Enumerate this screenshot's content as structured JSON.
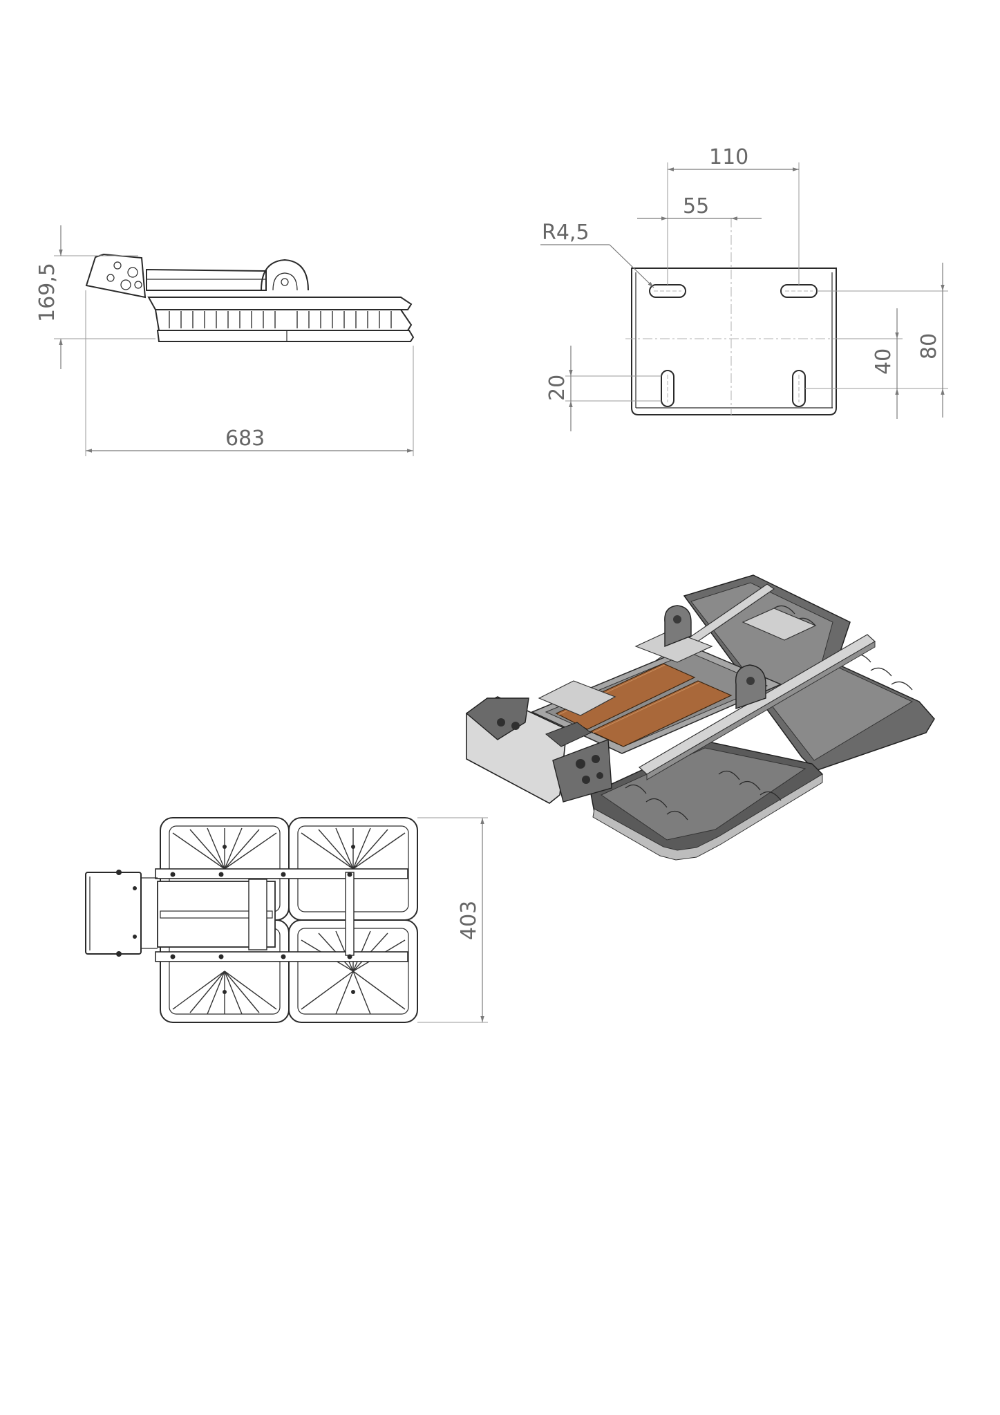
{
  "drawing": {
    "views": [
      "side-view",
      "bracket-view",
      "isometric-view",
      "top-view"
    ],
    "dimensions": {
      "side_height": "169,5",
      "side_length": "683",
      "bracket_slot_spacing": "110",
      "bracket_half_spacing": "55",
      "bracket_slot_radius": "R4,5",
      "bracket_vertical_right": "80",
      "bracket_vertical_mid": "40",
      "bracket_vertical_left": "20",
      "top_width": "403"
    },
    "colors": {
      "line": "#2a2a2a",
      "dimension": "#7a7a7a",
      "dimension_text": "#666666",
      "housing_dark": "#555555",
      "housing_light": "#d9d9d9",
      "driver_panel": "#a9683a"
    }
  }
}
